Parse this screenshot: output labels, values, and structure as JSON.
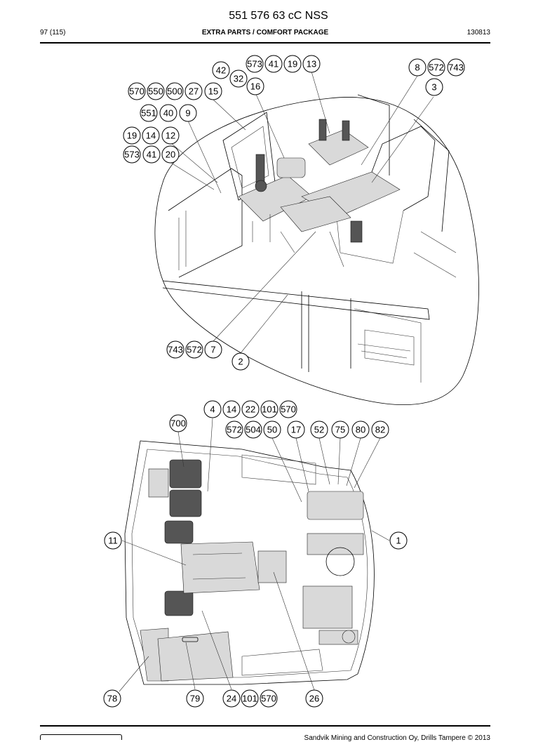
{
  "header": {
    "doc_number": "551 576 63 cC NSS",
    "page": "97 (115)",
    "section": "EXTRA PARTS / COMFORT PACKAGE",
    "date": "130813"
  },
  "footer": {
    "copyright": "Sandvik Mining and Construction Oy, Drills Tampere © 2013"
  },
  "callouts_top": [
    "573",
    "41",
    "19",
    "13",
    "42",
    "32",
    "16",
    "570",
    "550",
    "500",
    "27",
    "15",
    "551",
    "40",
    "9",
    "19",
    "14",
    "12",
    "573",
    "41",
    "20",
    "8",
    "572",
    "743",
    "3",
    "743",
    "572",
    "7",
    "2"
  ],
  "callouts_bottom": [
    "4",
    "14",
    "22",
    "101",
    "570",
    "700",
    "572",
    "504",
    "50",
    "17",
    "52",
    "75",
    "80",
    "82",
    "11",
    "1",
    "78",
    "79",
    "24",
    "101",
    "570",
    "26"
  ]
}
